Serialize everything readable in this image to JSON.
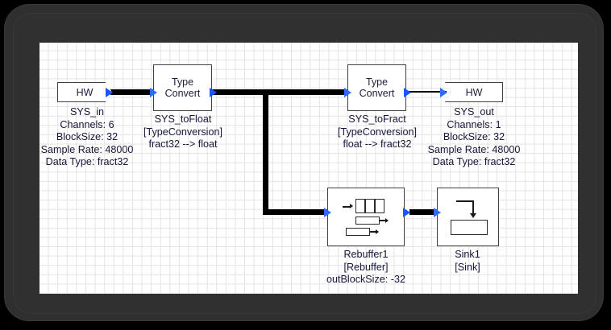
{
  "app": {
    "window_title": "",
    "canvas_background": "#ffffff",
    "grid_color": "#e3e3e3",
    "frame_color": "#2f2f2f",
    "wire_color": "#000000",
    "port_color": "#1a56ff",
    "text_color": "#16163a"
  },
  "blocks": {
    "sys_in": {
      "shape_label": "HW",
      "name": "SYS_in",
      "props": [
        "Channels: 6",
        "BlockSize: 32",
        "Sample Rate: 48000",
        "Data Type: fract32"
      ]
    },
    "sys_tofloat": {
      "title_line1": "Type",
      "title_line2": "Convert",
      "name": "SYS_toFloat",
      "type": "[TypeConversion]",
      "detail": "fract32 --> float"
    },
    "sys_tofract": {
      "title_line1": "Type",
      "title_line2": "Convert",
      "name": "SYS_toFract",
      "type": "[TypeConversion]",
      "detail": "float --> fract32"
    },
    "sys_out": {
      "shape_label": "HW",
      "name": "SYS_out",
      "props": [
        "Channels: 1",
        "BlockSize: 32",
        "Sample Rate: 48000",
        "Data Type: fract32"
      ]
    },
    "rebuffer1": {
      "icon": "rebuffer-icon",
      "name": "Rebuffer1",
      "type": "[Rebuffer]",
      "detail": "outBlockSize: -32"
    },
    "sink1": {
      "icon": "sink-icon",
      "name": "Sink1",
      "type": "[Sink]",
      "detail": ""
    }
  },
  "connections": [
    {
      "from": "sys_in",
      "to": "sys_tofloat",
      "style": "thick"
    },
    {
      "from": "sys_tofloat",
      "to": "sys_tofract",
      "style": "thick"
    },
    {
      "from": "sys_tofloat",
      "to": "rebuffer1",
      "style": "thick-branch"
    },
    {
      "from": "sys_tofract",
      "to": "sys_out",
      "style": "thin"
    },
    {
      "from": "rebuffer1",
      "to": "sink1",
      "style": "thick"
    }
  ]
}
